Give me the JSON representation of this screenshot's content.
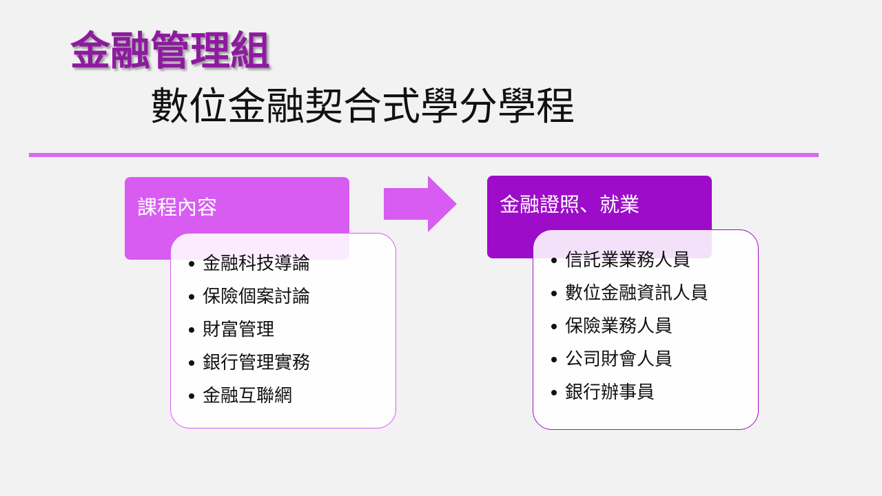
{
  "title": {
    "main": "金融管理組",
    "sub": "數位金融契合式學分學程"
  },
  "courses": {
    "header": "課程內容",
    "items": [
      "金融科技導論",
      "保險個案討論",
      "財富管理",
      "銀行管理實務",
      "金融互聯網"
    ]
  },
  "careers": {
    "header": "金融證照、就業",
    "items": [
      "信託業業務人員",
      "數位金融資訊人員",
      "保險業務人員",
      "公司財會人員",
      "銀行辦事員"
    ]
  },
  "colors": {
    "title": "#8e1aa0",
    "divider": "#d86af0",
    "courses_header": "#d85cf2",
    "careers_header": "#9d0cc9",
    "arrow": "#d85cf2",
    "background": "#f2f2f2"
  }
}
